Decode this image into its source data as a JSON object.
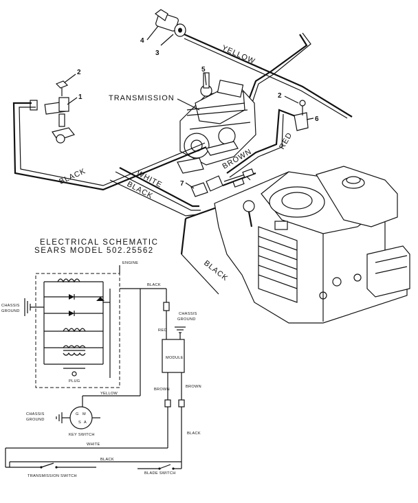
{
  "diagram": {
    "schematic_title_line1": "ELECTRICAL SCHEMATIC",
    "schematic_title_line2": "SEARS MODEL 502.25562",
    "part_numbers": {
      "p1": "1",
      "p2a": "2",
      "p2b": "2",
      "p3": "3",
      "p4": "4",
      "p5": "5",
      "p6": "6",
      "p7": "7"
    },
    "pictorial_labels": {
      "transmission": "TRANSMISSION",
      "yellow": "YELLOW",
      "black_left": "BLACK",
      "white": "WHITE",
      "black_bottom": "BLACK",
      "brown": "BROWN",
      "red": "RED",
      "black_engine": "BLACK"
    },
    "schematic_labels": {
      "engine": "ENGINE",
      "black_top": "BLACK",
      "chassis_ground_left_1": "CHASSIS",
      "chassis_ground_left_2": "GROUND",
      "chassis_ground_mid_1": "CHASSIS",
      "chassis_ground_mid_2": "GROUND",
      "red": "RED",
      "module": "MODULE",
      "plug": "PLUG",
      "yellow": "YELLOW",
      "brown_left": "BROWN",
      "brown_right": "BROWN",
      "chassis_ground_key_1": "CHASSIS",
      "chassis_ground_key_2": "GROUND",
      "key_switch": "KEY SWITCH",
      "black_right": "BLACK",
      "white": "WHITE",
      "black_bottom": "BLACK",
      "transmission_switch": "TRANSMISSION SWITCH",
      "blade_switch": "BLADE SWITCH"
    }
  }
}
